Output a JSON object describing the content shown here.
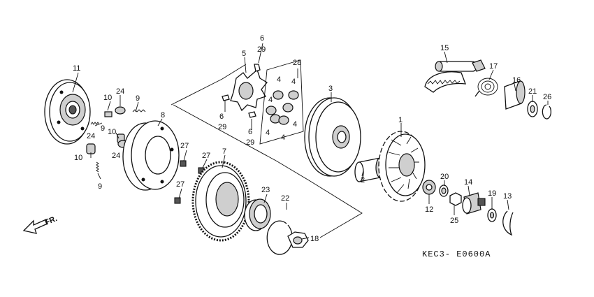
{
  "diagram_code": "KEC3- E0600A",
  "direction_label": "FR.",
  "callouts": [
    {
      "id": "c11",
      "label": "11"
    },
    {
      "id": "c10a",
      "label": "10"
    },
    {
      "id": "c24a",
      "label": "24"
    },
    {
      "id": "c9a",
      "label": "9"
    },
    {
      "id": "c9b",
      "label": "9"
    },
    {
      "id": "c10b",
      "label": "10"
    },
    {
      "id": "c24b",
      "label": "24"
    },
    {
      "id": "c10c",
      "label": "10"
    },
    {
      "id": "c24c",
      "label": "24"
    },
    {
      "id": "c9c",
      "label": "9"
    },
    {
      "id": "c8",
      "label": "8"
    },
    {
      "id": "c27a",
      "label": "27"
    },
    {
      "id": "c27b",
      "label": "27"
    },
    {
      "id": "c27c",
      "label": "27"
    },
    {
      "id": "c7",
      "label": "7"
    },
    {
      "id": "c5",
      "label": "5"
    },
    {
      "id": "c6a",
      "label": "6"
    },
    {
      "id": "c29a",
      "label": "29"
    },
    {
      "id": "c6b",
      "label": "6"
    },
    {
      "id": "c29b",
      "label": "29"
    },
    {
      "id": "c6c",
      "label": "6"
    },
    {
      "id": "c29c",
      "label": "29"
    },
    {
      "id": "c28",
      "label": "28"
    },
    {
      "id": "c4a",
      "label": "4"
    },
    {
      "id": "c4b",
      "label": "4"
    },
    {
      "id": "c4c",
      "label": "4"
    },
    {
      "id": "c4d",
      "label": "4"
    },
    {
      "id": "c4e",
      "label": "4"
    },
    {
      "id": "c4f",
      "label": "4"
    },
    {
      "id": "c3",
      "label": "3"
    },
    {
      "id": "c23",
      "label": "23"
    },
    {
      "id": "c22",
      "label": "22"
    },
    {
      "id": "c18",
      "label": "18"
    },
    {
      "id": "c2",
      "label": "2"
    },
    {
      "id": "c1",
      "label": "1"
    },
    {
      "id": "c15",
      "label": "15"
    },
    {
      "id": "c17",
      "label": "17"
    },
    {
      "id": "c16",
      "label": "16"
    },
    {
      "id": "c21",
      "label": "21"
    },
    {
      "id": "c26",
      "label": "26"
    },
    {
      "id": "c20",
      "label": "20"
    },
    {
      "id": "c14",
      "label": "14"
    },
    {
      "id": "c12",
      "label": "12"
    },
    {
      "id": "c25",
      "label": "25"
    },
    {
      "id": "c19",
      "label": "19"
    },
    {
      "id": "c13",
      "label": "13"
    }
  ]
}
